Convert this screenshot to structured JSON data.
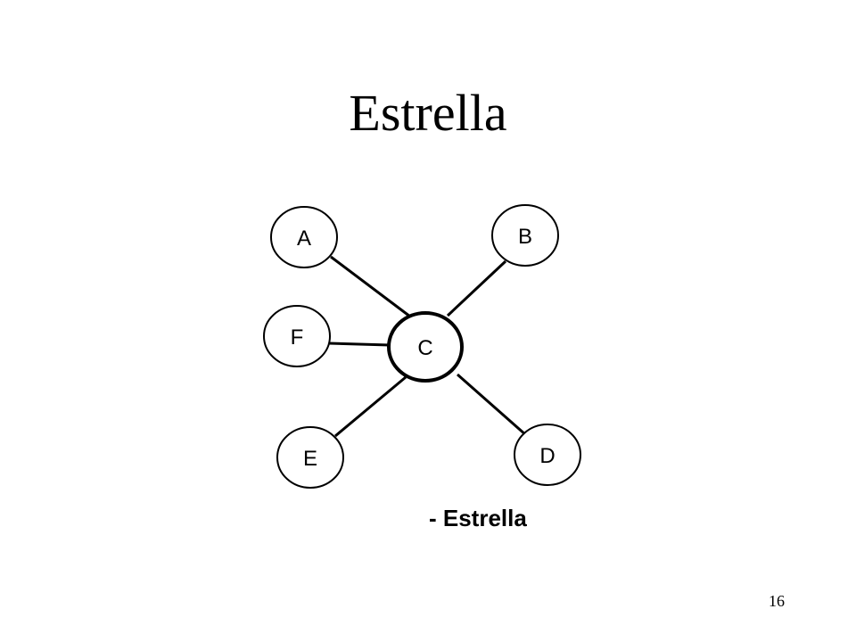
{
  "slide": {
    "title": "Estrella",
    "page_number": "16"
  },
  "diagram": {
    "caption": "- Estrella",
    "center": {
      "id": "C",
      "label": "C"
    },
    "nodes": [
      {
        "id": "A",
        "label": "A"
      },
      {
        "id": "B",
        "label": "B"
      },
      {
        "id": "F",
        "label": "F"
      },
      {
        "id": "E",
        "label": "E"
      },
      {
        "id": "D",
        "label": "D"
      }
    ],
    "edges": [
      {
        "from": "C",
        "to": "A"
      },
      {
        "from": "C",
        "to": "B"
      },
      {
        "from": "C",
        "to": "F"
      },
      {
        "from": "C",
        "to": "E"
      },
      {
        "from": "C",
        "to": "D"
      }
    ]
  }
}
